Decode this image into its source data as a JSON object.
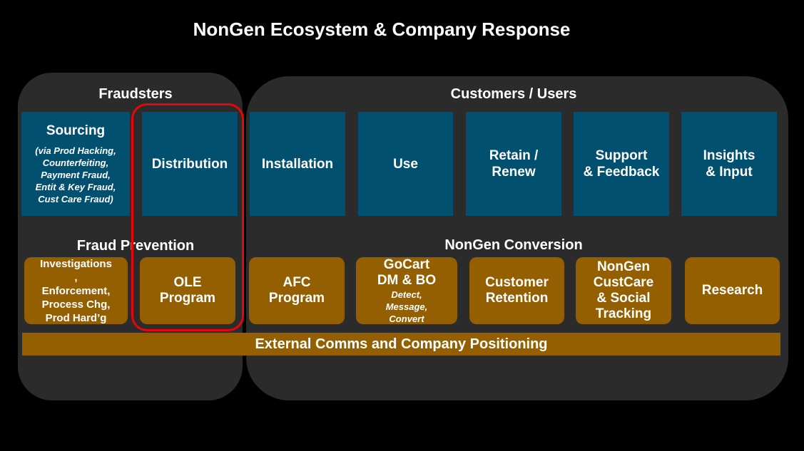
{
  "title": "NonGen Ecosystem & Company Response",
  "sections": {
    "fraudsters": "Fraudsters",
    "customers": "Customers / Users",
    "fraud_prevention": "Fraud Prevention",
    "conversion": "NonGen Conversion"
  },
  "stages": {
    "sourcing": {
      "label": "Sourcing",
      "sub": [
        "(via Prod Hacking,",
        "Counterfeiting,",
        "Payment Fraud,",
        "Entit & Key Fraud,",
        "Cust Care Fraud)"
      ]
    },
    "distribution": "Distribution",
    "installation": "Installation",
    "use": "Use",
    "retain": [
      "Retain /",
      "Renew"
    ],
    "support": [
      "Support",
      "& Feedback"
    ],
    "insights": [
      "Insights",
      "& Input"
    ]
  },
  "programs": {
    "investigations": [
      "Investigations",
      ",",
      "Enforcement,",
      "Process Chg,",
      "Prod Hard’g"
    ],
    "ole": [
      "OLE",
      "Program"
    ],
    "afc": [
      "AFC",
      "Program"
    ],
    "gocart": {
      "label": [
        "GoCart",
        "DM & BO"
      ],
      "sub": [
        "Detect,",
        "Message,",
        "Convert"
      ]
    },
    "retention": [
      "Customer",
      "Retention"
    ],
    "custcare": [
      "NonGen",
      "CustCare",
      "& Social",
      "Tracking"
    ],
    "research": "Research"
  },
  "bottom_bar": "External Comms and Company Positioning",
  "colors": {
    "blue": "#015070",
    "gold": "#945f01",
    "panel": "#2b2b2b",
    "highlight": "#e8060d"
  }
}
